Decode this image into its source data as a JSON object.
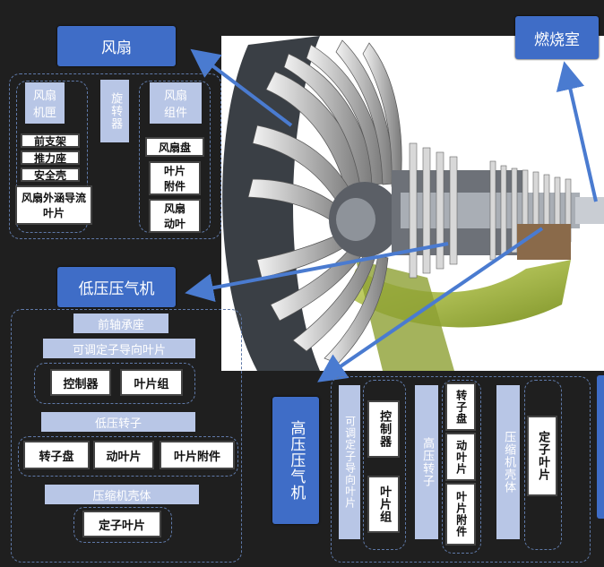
{
  "fan": {
    "title": "风扇",
    "casing_label": "风扇机匣",
    "spinner_label": "旋转器",
    "assembly_label": "风扇组件",
    "casing_parts": [
      "前支架",
      "推力座",
      "安全壳",
      "风扇外涵导流叶片"
    ],
    "assembly_parts": [
      "风扇盘",
      "叶片附件",
      "风扇动叶"
    ]
  },
  "combustor": {
    "title": "燃烧室"
  },
  "lpc": {
    "title": "低压压气机",
    "front_bearing": "前轴承座",
    "vsv": "可调定子导向叶片",
    "vsv_parts": [
      "控制器",
      "叶片组"
    ],
    "rotor": "低压转子",
    "rotor_parts": [
      "转子盘",
      "动叶片",
      "叶片附件"
    ],
    "casing": "压缩机壳体",
    "casing_parts": [
      "定子叶片"
    ]
  },
  "hpc": {
    "title": "高压压气机",
    "vsv": "可调定子导向叶片",
    "vsv_parts": [
      "控制器",
      "叶片组"
    ],
    "rotor": "高压转子",
    "rotor_parts": [
      "转子盘",
      "动叶片",
      "叶片附件"
    ],
    "casing": "压缩机壳体",
    "casing_parts": [
      "定子叶片"
    ]
  }
}
